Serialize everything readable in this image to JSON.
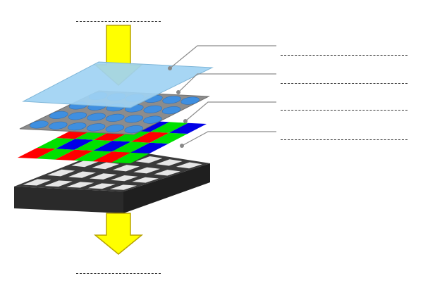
{
  "diagram": {
    "top_blank": "",
    "bottom_blank": "",
    "layer_labels": [
      "",
      "",
      "",
      ""
    ]
  },
  "colors": {
    "arrow_fill": "#ffff00",
    "arrow_stroke": "#b8a400",
    "cover_glass": "#9fd3f3",
    "microlens_sheet": "#8c8c8c",
    "microlens": "#3f8fe0",
    "filter_red": "#ff0000",
    "filter_green": "#00e000",
    "filter_blue": "#0000e6",
    "sensor_top": "#3a3a3a",
    "sensor_front": "#2a2a2a",
    "photodiode": "#e6e6e6",
    "leader_line": "#8c8c8c"
  },
  "filter_pattern": [
    [
      "R",
      "G",
      "R",
      "G",
      "R",
      "G"
    ],
    [
      "G",
      "B",
      "G",
      "B",
      "G",
      "B"
    ],
    [
      "R",
      "G",
      "R",
      "G",
      "R",
      "G"
    ],
    [
      "G",
      "B",
      "G",
      "B",
      "G",
      "B"
    ]
  ]
}
